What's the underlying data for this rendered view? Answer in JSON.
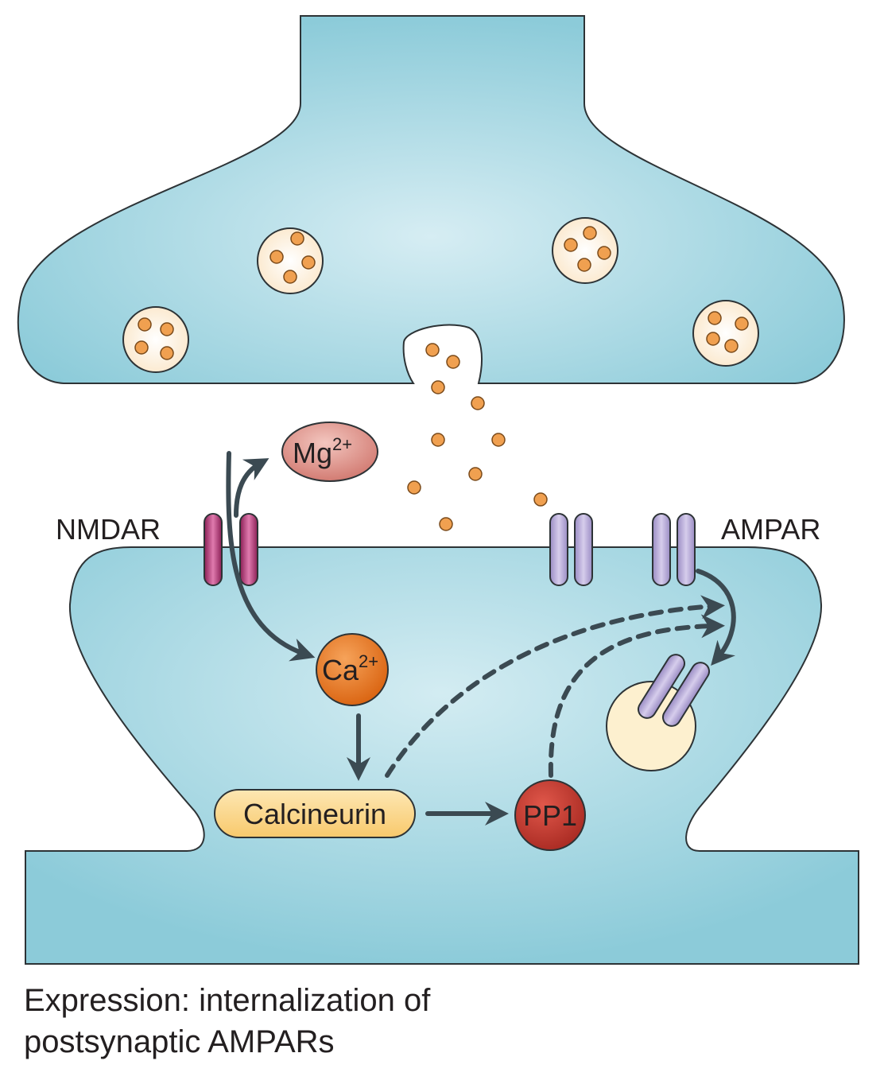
{
  "labels": {
    "nmdar": "NMDAR",
    "ampar": "AMPAR",
    "mg_base": "Mg",
    "mg_sup": "2+",
    "ca_base": "Ca",
    "ca_sup": "2+",
    "calcineurin": "Calcineurin",
    "pp1": "PP1"
  },
  "caption": {
    "line1": "Expression: internalization of",
    "line2": "postsynaptic AMPARs"
  },
  "colors": {
    "cell": "#8ccbd9",
    "cell_light": "#cfe9f0",
    "outline": "#2d3336",
    "arrow": "#3b4a52",
    "vesicle": "#fdf1dc",
    "transmitter": "#f0a050",
    "nmdar": "#b0326e",
    "ampar": "#b3a6d3",
    "mg": "#d98a82",
    "ca": "#e8731f",
    "calcineurin": "#fdd98f",
    "pp1": "#c0392b"
  }
}
